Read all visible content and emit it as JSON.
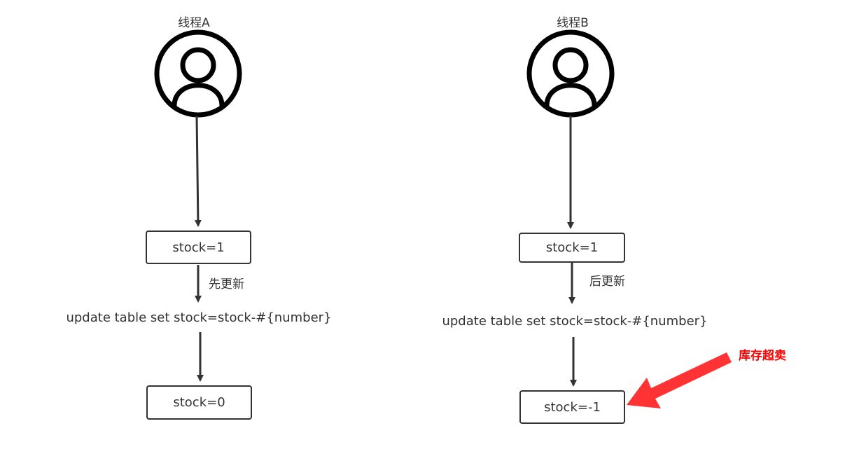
{
  "threads": [
    {
      "label": "线程A",
      "start_box": "stock=1",
      "order_note": "先更新",
      "sql": "update table set stock=stock-#{number}",
      "result_box": "stock=0"
    },
    {
      "label": "线程B",
      "start_box": "stock=1",
      "order_note": "后更新",
      "sql": "update table set stock=stock-#{number}",
      "result_box": "stock=-1"
    }
  ],
  "warning": {
    "text": "库存超卖",
    "color": "#ff0000",
    "arrow_color": "#ff3333"
  },
  "colors": {
    "stroke": "#333333",
    "icon": "#000000"
  },
  "icons": [
    "user-icon",
    "user-icon"
  ]
}
